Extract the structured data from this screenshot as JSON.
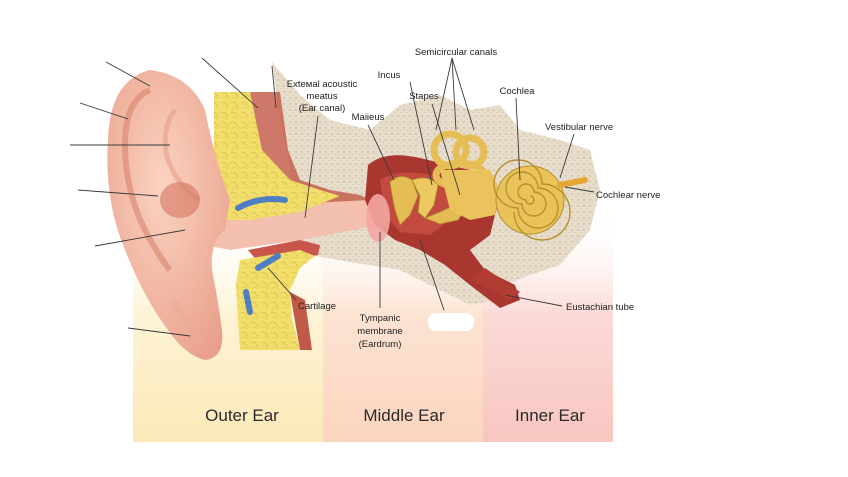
{
  "labels": {
    "external_meatus_1": "Exteмal acoustic",
    "external_meatus_2": "meatus",
    "external_meatus_3": "(Ear canal)",
    "semicircular": "Semicircular canals",
    "incus": "Incus",
    "stapes": "Stapes",
    "malleus": "Maiieus",
    "cochlea": "Cochlea",
    "vestibular": "Vestibular nerve",
    "cochlear_nerve": "Cochlear nerve",
    "cartilage": "Cartilage",
    "tympanic_1": "Tympanic",
    "tympanic_2": "membrane",
    "tympanic_3": "(Eardrum)",
    "eustachian": "Eustachian tube"
  },
  "regions": {
    "outer": "Outer Ear",
    "middle": "Middle Ear",
    "inner": "Inner Ear"
  },
  "colors": {
    "outer_bg": "#fdf1d2",
    "middle_bg": "#fbdcc9",
    "inner_bg": "#fbd3cf",
    "skin": "#f2b8a3",
    "bone": "#e9ddcd",
    "cartilage": "#f0dc6e",
    "ossicles": "#e9c35a",
    "tissue": "#b8463e"
  }
}
